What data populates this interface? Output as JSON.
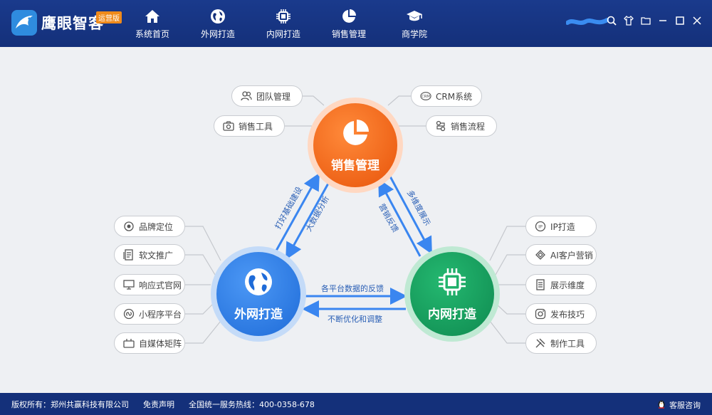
{
  "app": {
    "logo_text": "鹰眼智客",
    "badge": "运营版"
  },
  "nav": [
    {
      "label": "系统首页",
      "icon": "home-icon"
    },
    {
      "label": "外网打造",
      "icon": "globe-icon"
    },
    {
      "label": "内网打造",
      "icon": "chip-icon"
    },
    {
      "label": "销售管理",
      "icon": "pie-chart-icon"
    },
    {
      "label": "商学院",
      "icon": "graduation-cap-icon"
    }
  ],
  "window_controls": [
    "search-icon",
    "shirt-icon",
    "folder-icon",
    "minimize-icon",
    "maximize-icon",
    "close-icon"
  ],
  "hubs": {
    "sales": {
      "label": "销售管理",
      "color": "#f06a0f"
    },
    "external": {
      "label": "外网打造",
      "color": "#2f7fe6"
    },
    "internal": {
      "label": "内网打造",
      "color": "#1a9b5e"
    }
  },
  "sales_items": {
    "left": [
      "团队管理",
      "销售工具"
    ],
    "right": [
      "CRM系统",
      "销售流程"
    ]
  },
  "external_items": [
    "品牌定位",
    "软文推广",
    "响应式官网",
    "小程序平台",
    "自媒体矩阵"
  ],
  "internal_items": [
    "IP打造",
    "AI客户营销",
    "展示维度",
    "发布技巧",
    "制作工具"
  ],
  "arrows": {
    "ext_to_sales_1": "打好基础建设",
    "ext_to_sales_2": "大数据分析",
    "sales_to_int_1": "多维度展示",
    "sales_to_int_2": "营销反馈",
    "ext_to_int": "各平台数据的反馈",
    "int_to_ext": "不断优化和调整"
  },
  "footer": {
    "copyright": "版权所有：郑州共赢科技有限公司",
    "disclaimer": "免责声明",
    "hotline": "全国统一服务热线：400-0358-678",
    "service": "客服咨询"
  }
}
